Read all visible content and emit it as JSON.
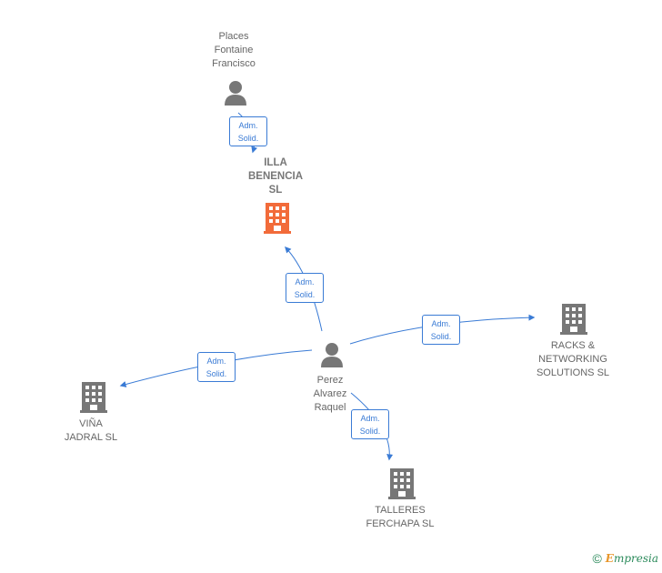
{
  "nodes": {
    "places": {
      "label": "Places\nFontaine\nFrancisco",
      "type": "person"
    },
    "illa": {
      "label": "ILLA\nBENENCIA\nSL",
      "type": "company-main"
    },
    "perez": {
      "label": "Perez\nAlvarez\nRaquel",
      "type": "person"
    },
    "racks": {
      "label": "RACKS &\nNETWORKING\nSOLUTIONS  SL",
      "type": "company"
    },
    "vina": {
      "label": "VIÑA\nJADRAL  SL",
      "type": "company"
    },
    "talleres": {
      "label": "TALLERES\nFERCHAPA SL",
      "type": "company"
    }
  },
  "edges": [
    {
      "from": "places",
      "to": "illa",
      "line1": "Adm.",
      "line2": "Solid."
    },
    {
      "from": "perez",
      "to": "illa",
      "line1": "Adm.",
      "line2": "Solid."
    },
    {
      "from": "perez",
      "to": "racks",
      "line1": "Adm.",
      "line2": "Solid."
    },
    {
      "from": "perez",
      "to": "vina",
      "line1": "Adm.",
      "line2": "Solid."
    },
    {
      "from": "perez",
      "to": "talleres",
      "line1": "Adm.",
      "line2": "Solid."
    }
  ],
  "colors": {
    "edge": "#3a7bd5",
    "person_icon": "#777777",
    "company_icon": "#777777",
    "main_company_icon": "#f26b3a"
  },
  "footer": {
    "copyright": "©",
    "brand_initial": "E",
    "brand_rest": "mpresia"
  }
}
